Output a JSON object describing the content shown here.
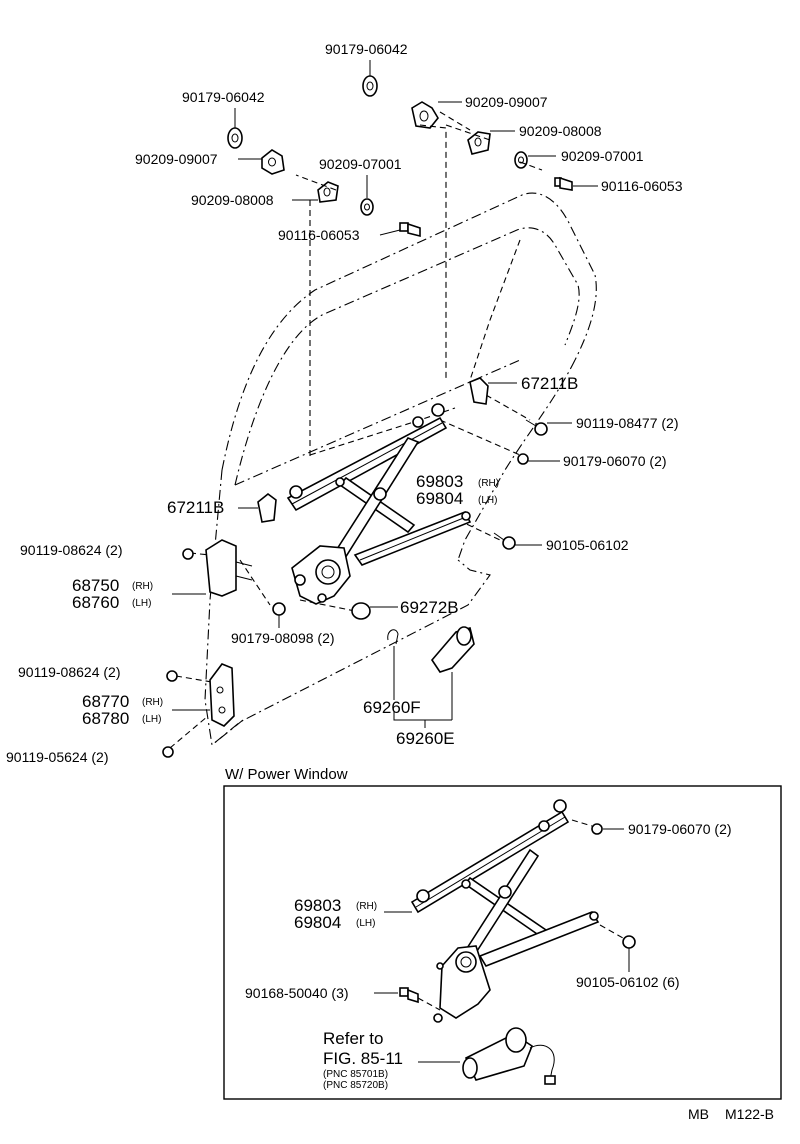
{
  "labels": {
    "p_90179_06042_top": "90179-06042",
    "p_90179_06042_left": "90179-06042",
    "p_90209_09007_right": "90209-09007",
    "p_90209_08008_right": "90209-08008",
    "p_90209_07001_right": "90209-07001",
    "p_90116_06053_right": "90116-06053",
    "p_90209_09007_left": "90209-09007",
    "p_90209_07001_left": "90209-07001",
    "p_90209_08008_left": "90209-08008",
    "p_90116_06053_left": "90116-06053",
    "p_67211b_right": "67211B",
    "p_90119_08477": "90119-08477 (2)",
    "p_90179_06070": "90179-06070 (2)",
    "p_69803": "69803",
    "p_69804": "69804",
    "p_67211b_left": "67211B",
    "p_90105_06102": "90105-06102",
    "p_90119_08624_a": "90119-08624 (2)",
    "p_68750": "68750",
    "p_68760": "68760",
    "p_69272b": "69272B",
    "p_90179_08098": "90179-08098 (2)",
    "p_90119_08624_b": "90119-08624 (2)",
    "p_68770": "68770",
    "p_68780": "68780",
    "p_69260f": "69260F",
    "p_69260e": "69260E",
    "p_90119_05624": "90119-05624 (2)",
    "rh": "(RH)",
    "lh": "(LH)"
  },
  "power_window": {
    "title": "W/ Power Window",
    "p_90179_06070": "90179-06070 (2)",
    "p_69803": "69803",
    "p_69804": "69804",
    "p_90105_06102": "90105-06102 (6)",
    "p_90168_50040": "90168-50040 (3)",
    "refer_line1": "Refer to",
    "refer_line2": "FIG. 85-11",
    "pnc1": "(PNC 85701B)",
    "pnc2": "(PNC 85720B)"
  },
  "footer": {
    "code_left": "MB",
    "code_right": "M122-B"
  }
}
